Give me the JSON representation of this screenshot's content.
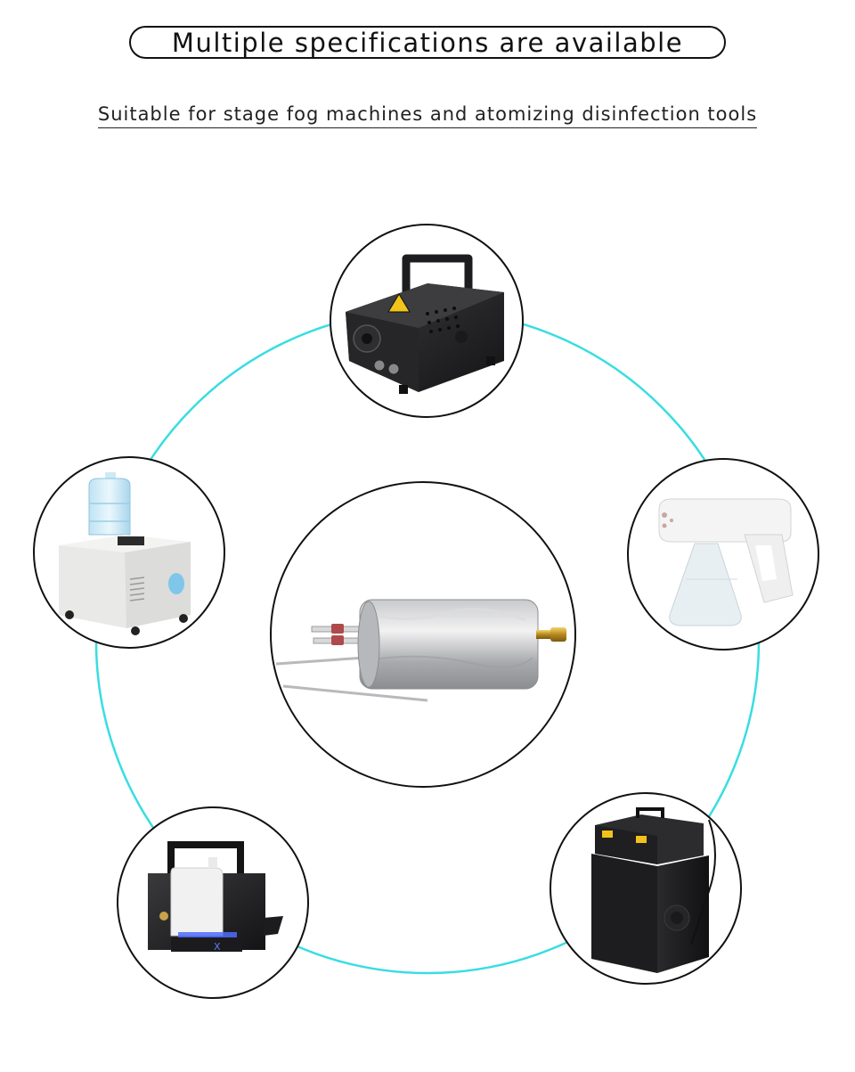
{
  "header": {
    "title": "Multiple specifications are available",
    "subtitle": "Suitable for stage fog machines and atomizing disinfection tools"
  },
  "colors": {
    "ring": "#38dde2",
    "outline": "#111111",
    "background": "#ffffff"
  },
  "products": [
    {
      "id": "center",
      "name": "heating-element-cartridge"
    },
    {
      "id": "top",
      "name": "stage-fog-machine-small"
    },
    {
      "id": "left",
      "name": "ultrasonic-humidifier"
    },
    {
      "id": "right",
      "name": "nano-spray-disinfection-gun"
    },
    {
      "id": "bottom-left",
      "name": "hazer-fog-machine"
    },
    {
      "id": "bottom-right",
      "name": "large-fog-machine-cabinet"
    }
  ]
}
